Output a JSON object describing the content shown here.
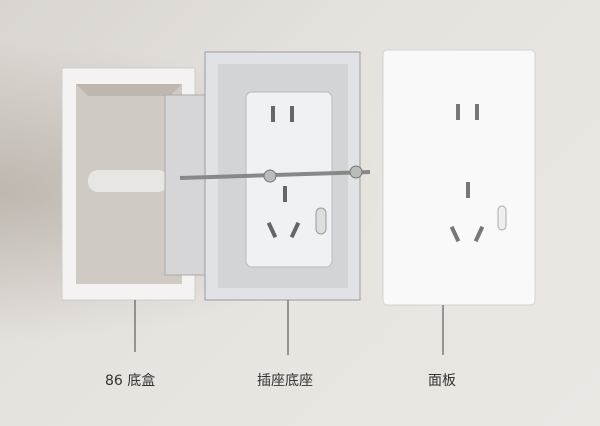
{
  "labels": {
    "back_box": "86 底盒",
    "socket_base": "插座底座",
    "panel": "面板"
  }
}
